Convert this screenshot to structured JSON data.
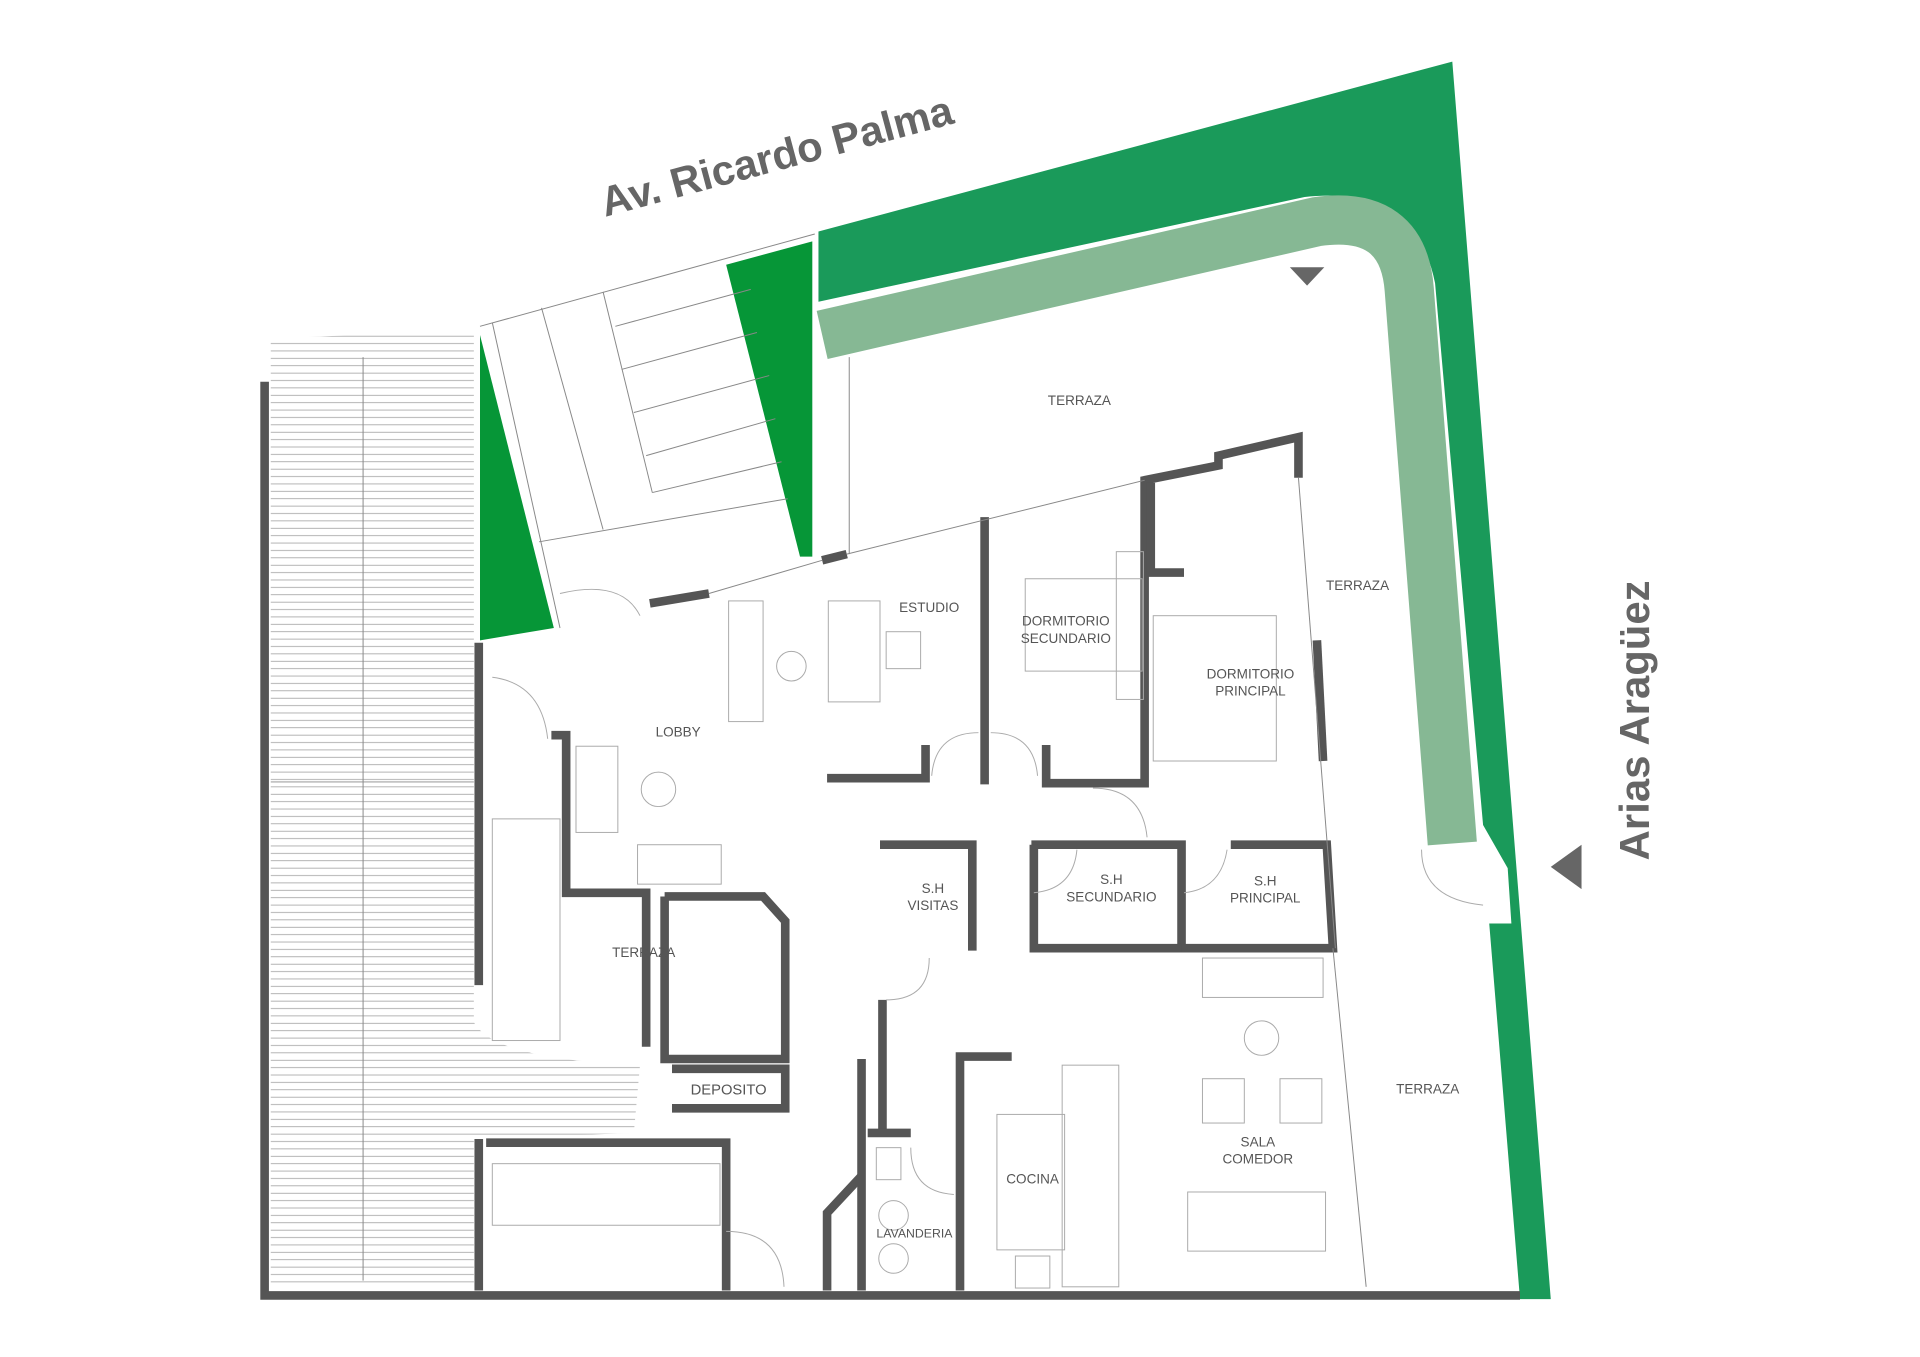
{
  "streets": {
    "north": "Av. Ricardo Palma",
    "east": "Arias Aragüez"
  },
  "rooms": {
    "terraza_north": "TERRAZA",
    "terraza_east": "TERRAZA",
    "terraza_southeast": "TERRAZA",
    "terraza_west": "TERRAZA",
    "estudio": "ESTUDIO",
    "dorm_sec": [
      "DORMITORIO",
      "SECUNDARIO"
    ],
    "dorm_prin": [
      "DORMITORIO",
      "PRINCIPAL"
    ],
    "lobby": "LOBBY",
    "sh_visitas": [
      "S.H",
      "VISITAS"
    ],
    "sh_sec": [
      "S.H",
      "SECUNDARIO"
    ],
    "sh_prin": [
      "S.H",
      "PRINCIPAL"
    ],
    "deposito": "DEPOSITO",
    "cocina": "COCINA",
    "sala": [
      "SALA",
      "COMEDOR"
    ],
    "lavanderia": "LAVANDERIA"
  },
  "colors": {
    "green_dark": "#1a9a5a",
    "green_bright": "#069637",
    "green_light": "#86b894",
    "wall": "#555555"
  }
}
